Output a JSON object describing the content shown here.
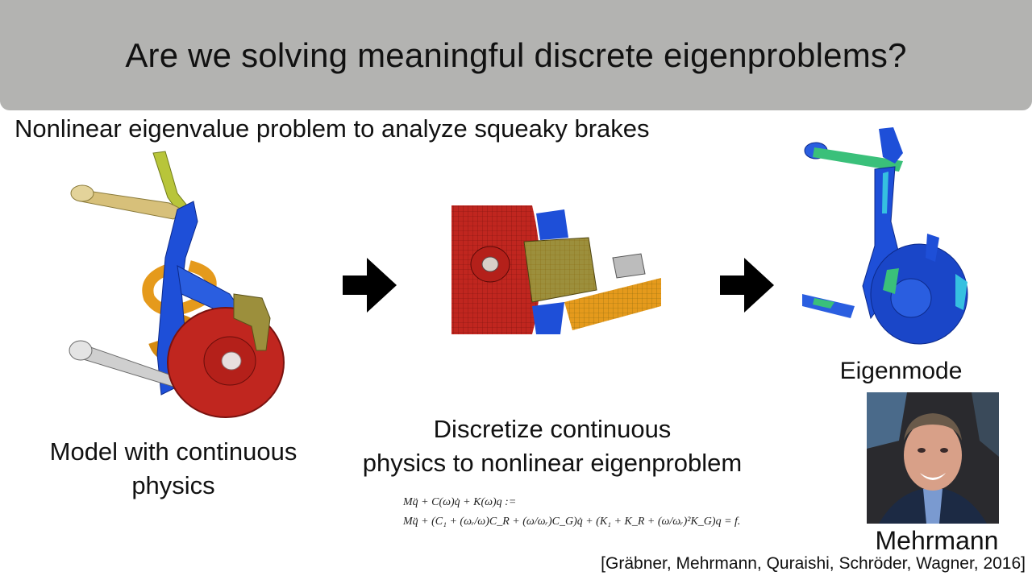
{
  "slide": {
    "title": "Are we solving meaningful discrete eigenproblems?",
    "subtitle": "Nonlinear eigenvalue problem to analyze squeaky brakes",
    "caption_left": "Model with continuous physics",
    "caption_middle_line1": "Discretize continuous",
    "caption_middle_line2": "physics to nonlinear eigenproblem",
    "caption_right": "Eigenmode",
    "photo_caption": "Mehrmann",
    "citation": "[Gräbner, Mehrmann, Quraishi, Schröder, Wagner, 2016]",
    "equation_line1": "Mq̈ + C(ω)q̇ + K(ω)q :=",
    "equation_line2": "Mq̈ + (C₁ + (ωᵣ/ω)C_R + (ω/ωᵣ)C_G)q̇ + (K₁ + K_R + (ω/ωᵣ)²K_G)q = f."
  },
  "colors": {
    "title_bar": "#b3b3b1",
    "disc_red": "#c0261f",
    "arm_blue": "#1e4fd8",
    "arm_orange": "#e59a1c",
    "arm_yellow_green": "#b8c53a",
    "caliper_olive": "#9c8f3c",
    "arrow_black": "#000000"
  },
  "icons": {
    "arrow_1": "right-arrow-icon",
    "arrow_2": "right-arrow-icon"
  }
}
